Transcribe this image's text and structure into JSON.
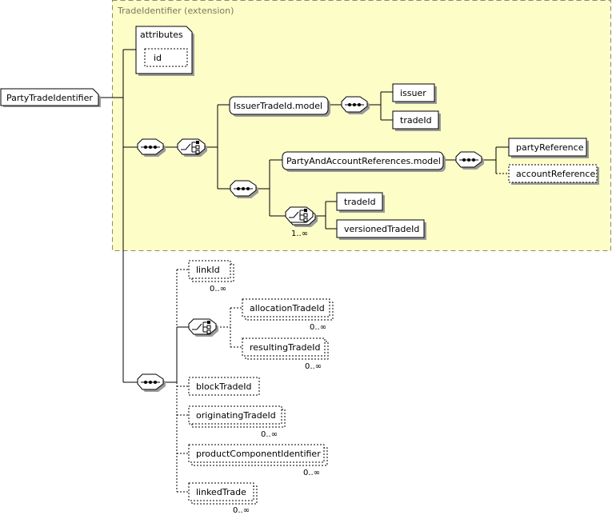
{
  "extension_label": "TradeIdentifier (extension)",
  "root": "PartyTradeIdentifier",
  "attributes": {
    "title": "attributes",
    "items": [
      "id"
    ]
  },
  "issuer_model": "IssuerTradeId.model",
  "issuer_children": [
    "issuer",
    "tradeId"
  ],
  "party_model": "PartyAndAccountReferences.model",
  "party_children": [
    "partyReference",
    "accountReference"
  ],
  "choice_children": [
    "tradeId",
    "versionedTradeId"
  ],
  "choice_occurrence": "1..∞",
  "ext_elements": {
    "linkId": {
      "label": "linkId",
      "occurs": "0..∞"
    },
    "allocationTradeId": {
      "label": "allocationTradeId",
      "occurs": "0..∞"
    },
    "resultingTradeId": {
      "label": "resultingTradeId",
      "occurs": "0..∞"
    },
    "blockTradeId": {
      "label": "blockTradeId"
    },
    "originatingTradeId": {
      "label": "originatingTradeId",
      "occurs": "0..∞"
    },
    "productComponentIdentifier": {
      "label": "productComponentIdentifier",
      "occurs": "0..∞"
    },
    "linkedTrade": {
      "label": "linkedTrade",
      "occurs": "0..∞"
    }
  }
}
